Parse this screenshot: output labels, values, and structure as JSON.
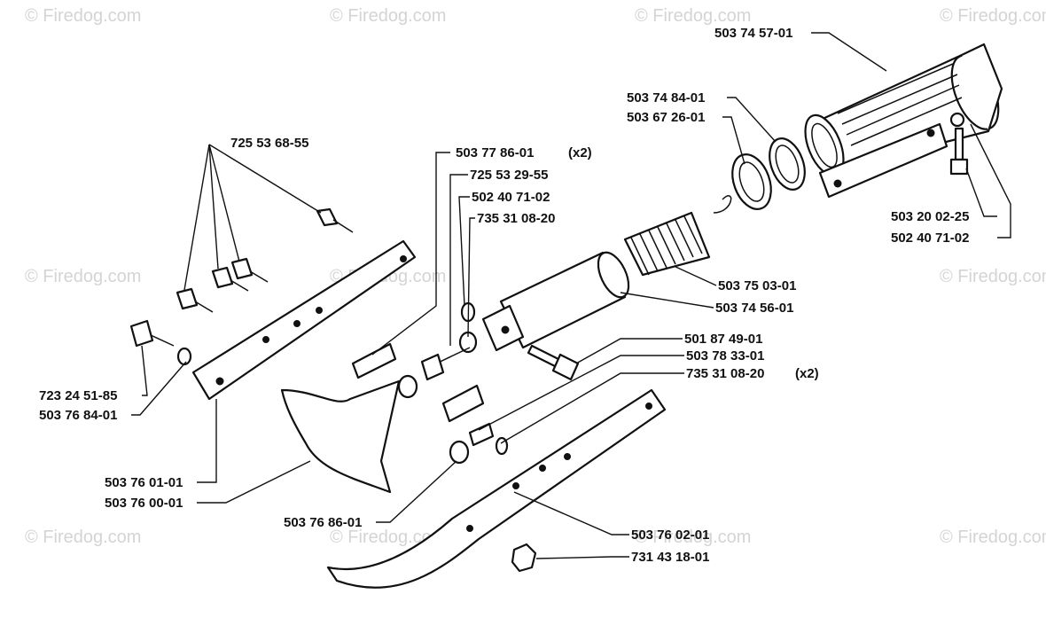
{
  "watermark": "© Firedog.com",
  "labels": {
    "p_503_74_57_01": "503 74 57-01",
    "p_503_74_84_01": "503 74 84-01",
    "p_503_67_26_01": "503 67 26-01",
    "p_725_53_68_55": "725 53 68-55",
    "p_503_77_86_01": "503 77 86-01",
    "qty_x2_a": "(x2)",
    "p_725_53_29_55": "725 53 29-55",
    "p_502_40_71_02_a": "502 40 71-02",
    "p_735_31_08_20_a": "735 31 08-20",
    "p_503_20_02_25": "503 20 02-25",
    "p_502_40_71_02_b": "502 40 71-02",
    "p_503_75_03_01": "503 75 03-01",
    "p_503_74_56_01": "503 74 56-01",
    "p_501_87_49_01": "501 87 49-01",
    "p_503_78_33_01": "503 78 33-01",
    "p_735_31_08_20_b": "735 31 08-20",
    "qty_x2_b": "(x2)",
    "p_723_24_51_85": "723 24 51-85",
    "p_503_76_84_01": "503 76 84-01",
    "p_503_76_01_01": "503 76 01-01",
    "p_503_76_00_01": "503 76 00-01",
    "p_503_76_86_01": "503 76 86-01",
    "p_503_76_02_01": "503 76 02-01",
    "p_731_43_18_01": "731 43 18-01"
  }
}
